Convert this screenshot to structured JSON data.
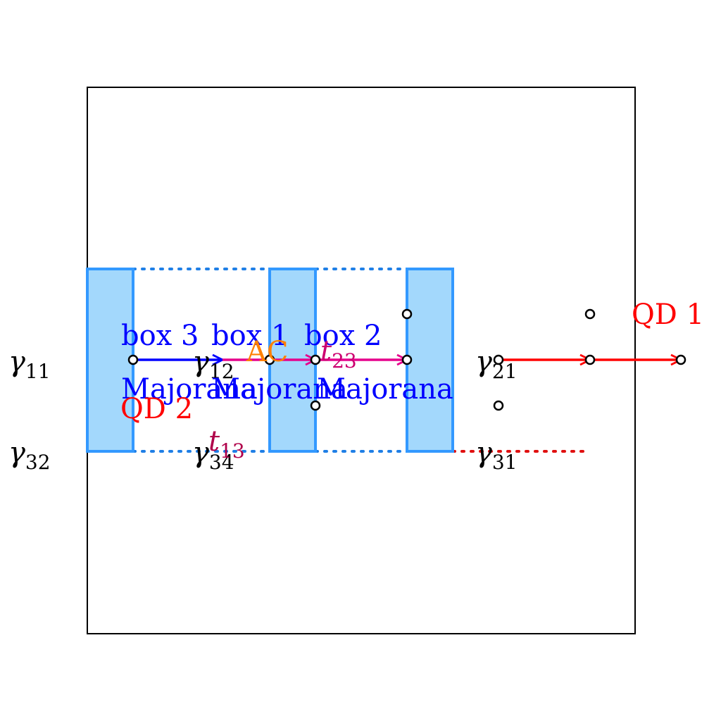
{
  "colors": {
    "box_fill": "#a3d8fc",
    "box_stroke": "#3399ff",
    "dotted_blue": "#1f7fe6",
    "dotted_red": "#e01010",
    "arrow_blue": "#0000ff",
    "arrow_magenta": "#e6008c",
    "arrow_red": "#ff0000",
    "label_blue": "#0000ff",
    "label_red": "#ff0000",
    "label_orange": "#ff8000",
    "label_magenta": "#cc0070",
    "label_t13": "#b0004a",
    "text": "#000000"
  },
  "boxes": {
    "box3": {
      "title": "box 3",
      "subtitle": "Majorana"
    },
    "box1": {
      "title": "box 1",
      "subtitle": "Majorana"
    },
    "box2": {
      "title": "box 2",
      "subtitle": "Majorana"
    }
  },
  "labels": {
    "qd1": "QD 1",
    "qd2": "QD 2",
    "ac": "AC",
    "t23": {
      "base": "t",
      "sub": "23"
    },
    "t13": {
      "base": "t",
      "sub": "13"
    }
  },
  "gammas": {
    "g11": {
      "base": "γ",
      "sub": "11"
    },
    "g12": {
      "base": "γ",
      "sub": "12"
    },
    "g21": {
      "base": "γ",
      "sub": "21"
    },
    "g32": {
      "base": "γ",
      "sub": "32"
    },
    "g34": {
      "base": "γ",
      "sub": "34"
    },
    "g31": {
      "base": "γ",
      "sub": "31"
    }
  }
}
